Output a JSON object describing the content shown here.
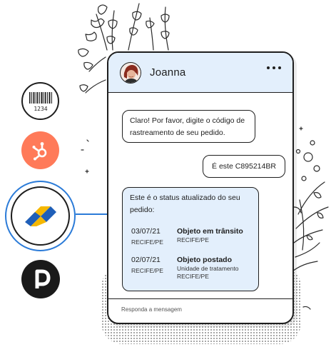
{
  "contact": {
    "name": "Joanna"
  },
  "messages": {
    "incoming_prompt": "Claro! Por favor, digite o código de rastreamento de seu pedido.",
    "outgoing_reply": "É este C895214BR",
    "status_intro": "Este é o status atualizado do seu pedido:"
  },
  "tracking_events": [
    {
      "date": "03/07/21",
      "city": "RECIFE/PE",
      "title": "Objeto em trânsito",
      "detail": "RECIFE/PE"
    },
    {
      "date": "02/07/21",
      "city": "RECIFE/PE",
      "title": "Objeto postado",
      "detail": "Unidade de tratamento\nRECIFE/PE"
    }
  ],
  "composer": {
    "placeholder": "Responda a mensagem"
  },
  "apps": {
    "barcode_number": "1234",
    "icons": [
      "barcode-icon",
      "hubspot-icon",
      "tracking-app-icon",
      "pipedrive-icon"
    ]
  },
  "colors": {
    "accent_blue": "#2b7bd8",
    "bubble_blue": "#e3effc",
    "hubspot_orange": "#ff7a59",
    "logo_yellow": "#f5b700",
    "logo_blue": "#1f5fb8"
  }
}
